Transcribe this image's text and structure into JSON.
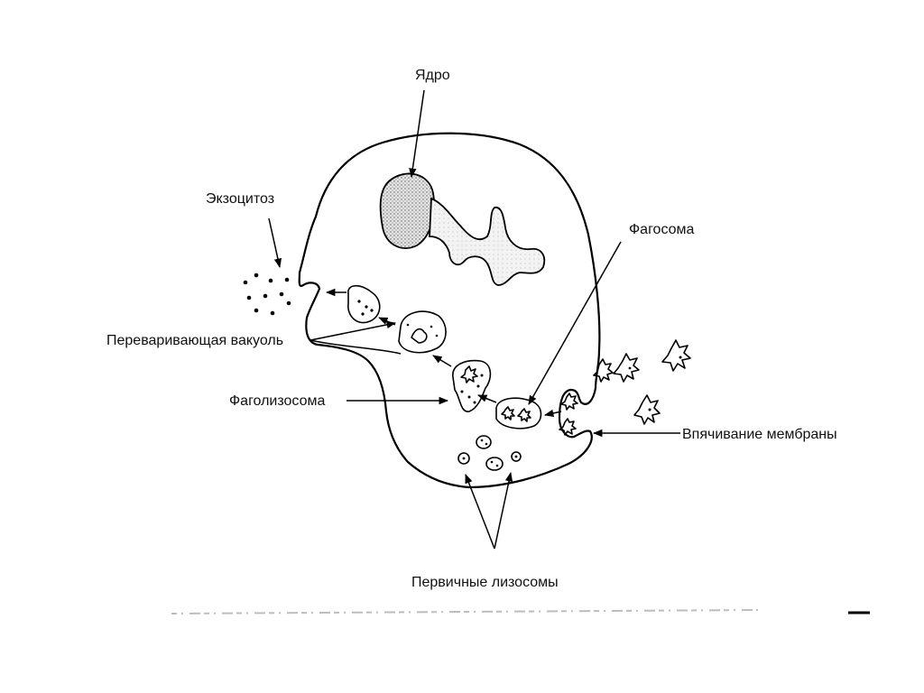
{
  "labels": {
    "nucleus": "Ядро",
    "exocytosis": "Экзоцитоз",
    "phagosome": "Фагосома",
    "digestive_vacuole": "Переваривающая вакуоль",
    "phagolysosome": "Фаголизосома",
    "membrane_invagination": "Впячивание мембраны",
    "primary_lysosomes": "Первичные лизосомы"
  },
  "colors": {
    "ink": "#000000",
    "background": "#ffffff",
    "scan_noise": "#bdbdbd"
  }
}
